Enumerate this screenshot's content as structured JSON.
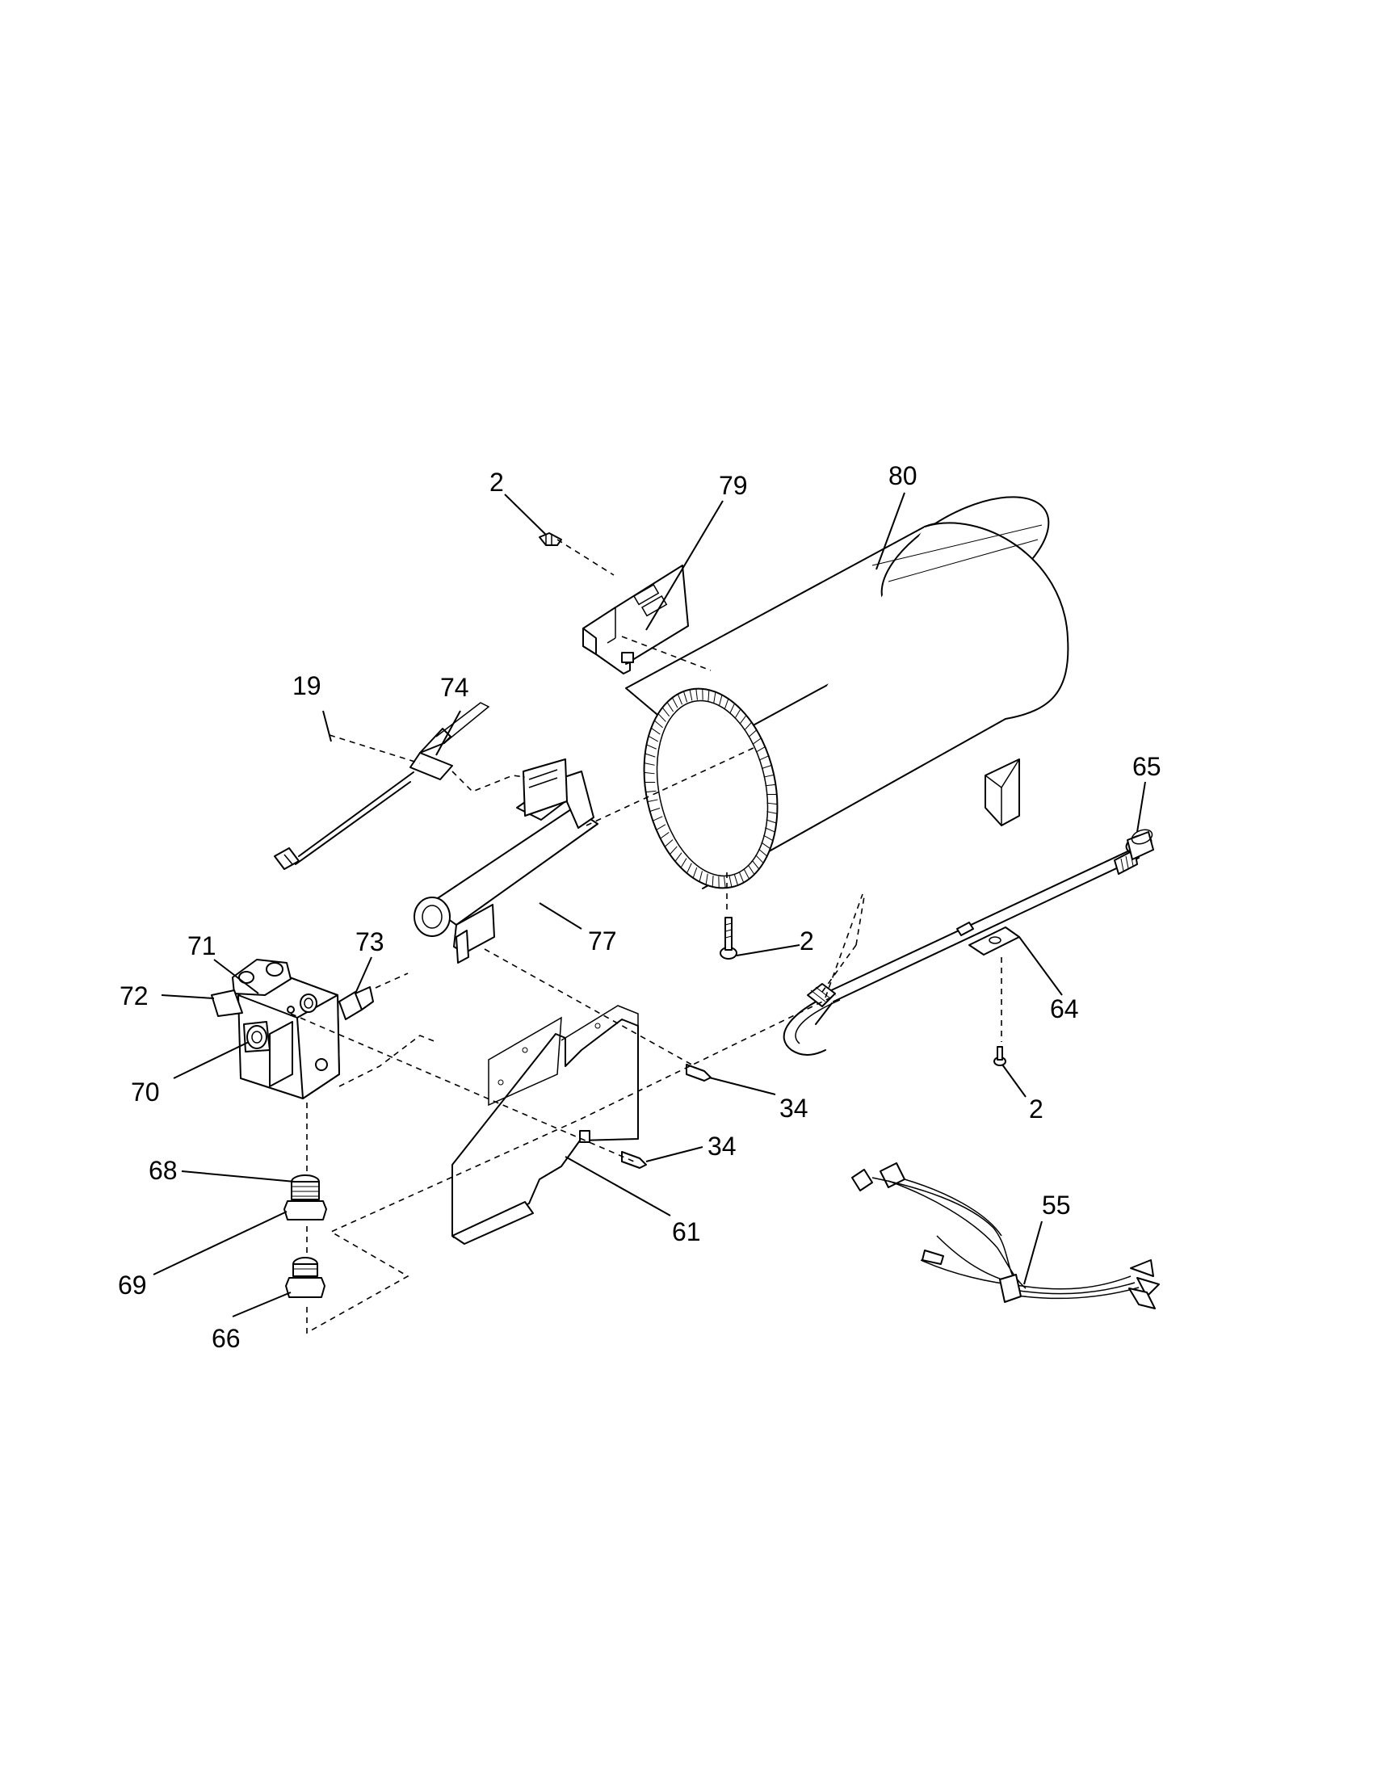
{
  "diagram": {
    "callouts": [
      {
        "id": "c-2-top",
        "text": "2"
      },
      {
        "id": "c-79",
        "text": "79"
      },
      {
        "id": "c-80",
        "text": "80"
      },
      {
        "id": "c-19",
        "text": "19"
      },
      {
        "id": "c-74",
        "text": "74"
      },
      {
        "id": "c-65",
        "text": "65"
      },
      {
        "id": "c-71",
        "text": "71"
      },
      {
        "id": "c-73",
        "text": "73"
      },
      {
        "id": "c-77",
        "text": "77"
      },
      {
        "id": "c-2-mid",
        "text": "2"
      },
      {
        "id": "c-72",
        "text": "72"
      },
      {
        "id": "c-64",
        "text": "64"
      },
      {
        "id": "c-70",
        "text": "70"
      },
      {
        "id": "c-34-upper",
        "text": "34"
      },
      {
        "id": "c-2-right",
        "text": "2"
      },
      {
        "id": "c-34-lower",
        "text": "34"
      },
      {
        "id": "c-68",
        "text": "68"
      },
      {
        "id": "c-55",
        "text": "55"
      },
      {
        "id": "c-61",
        "text": "61"
      },
      {
        "id": "c-69",
        "text": "69"
      },
      {
        "id": "c-66",
        "text": "66"
      }
    ]
  }
}
